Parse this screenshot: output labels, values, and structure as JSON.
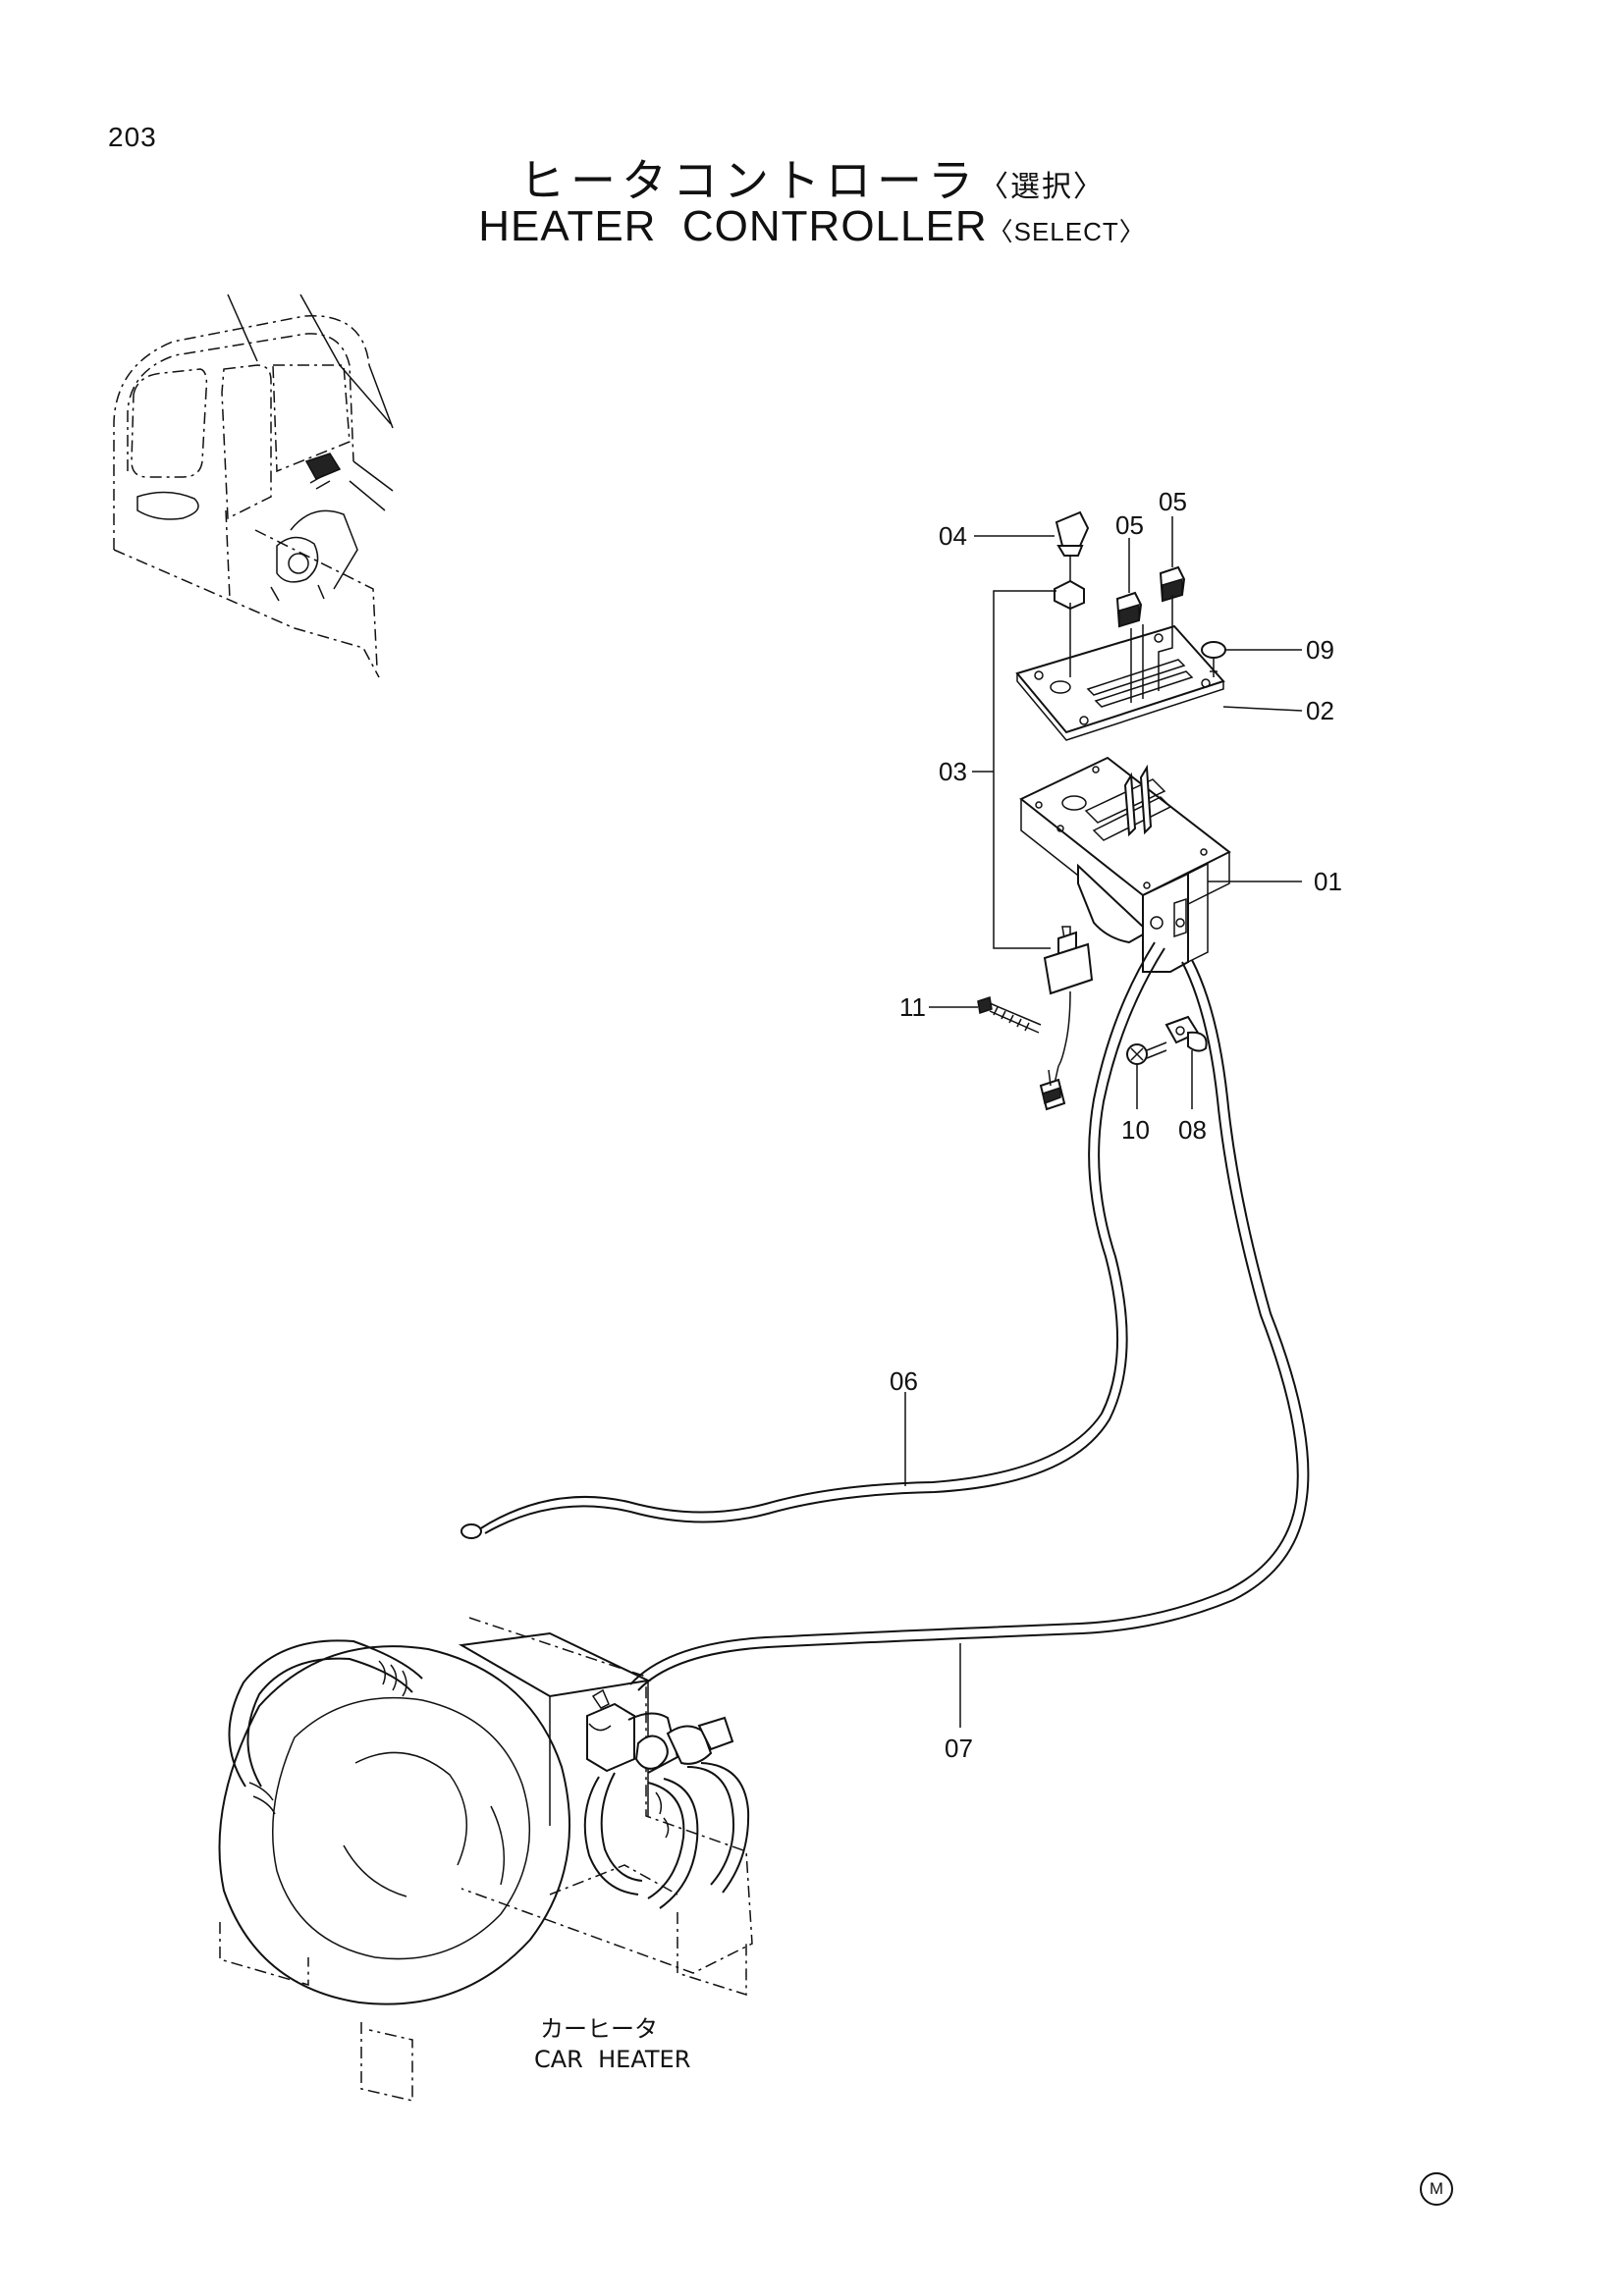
{
  "page": {
    "number": "203",
    "title_jp": "ヒータコントローラ",
    "title_jp_suffix": "〈選択〉",
    "title_en": "HEATER  CONTROLLER",
    "title_en_suffix": "〈SELECT〉"
  },
  "callouts": {
    "c01": "01",
    "c02": "02",
    "c03": "03",
    "c04": "04",
    "c05a": "05",
    "c05b": "05",
    "c06": "06",
    "c07": "07",
    "c08": "08",
    "c09": "09",
    "c10": "10",
    "c11": "11"
  },
  "assembly": {
    "name_jp": "カーヒータ",
    "name_en": "CAR  HEATER"
  },
  "footer": {
    "mark": "M"
  }
}
